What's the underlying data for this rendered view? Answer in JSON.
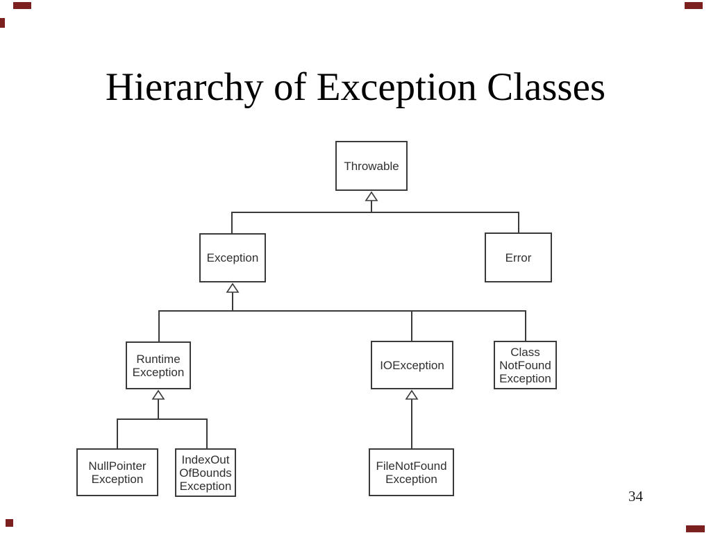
{
  "slide": {
    "title": "Hierarchy of Exception Classes",
    "page_number": "34"
  },
  "theme": {
    "background": "#ffffff",
    "line_color": "#3a3a3a",
    "node_border_color": "#3a3a3a",
    "node_text_color": "#2f2f2f",
    "title_color": "#000000",
    "corner_ornament_color": "#7b1f1f"
  },
  "diagram": {
    "type": "inheritance-tree",
    "arrow_style": "hollow-triangle-pointing-to-superclass",
    "nodes": [
      {
        "name": "Throwable",
        "lines": [
          "Throwable"
        ],
        "parent": null
      },
      {
        "name": "Exception",
        "lines": [
          "Exception"
        ],
        "parent": "Throwable"
      },
      {
        "name": "Error",
        "lines": [
          "Error"
        ],
        "parent": "Throwable"
      },
      {
        "name": "RuntimeException",
        "lines": [
          "Runtime",
          "Exception"
        ],
        "parent": "Exception"
      },
      {
        "name": "IOException",
        "lines": [
          "IOException"
        ],
        "parent": "Exception"
      },
      {
        "name": "ClassNotFoundException",
        "lines": [
          "Class",
          "NotFound",
          "Exception"
        ],
        "parent": "Exception"
      },
      {
        "name": "NullPointerException",
        "lines": [
          "NullPointer",
          "Exception"
        ],
        "parent": "RuntimeException"
      },
      {
        "name": "IndexOutOfBoundsException",
        "lines": [
          "IndexOut",
          "OfBounds",
          "Exception"
        ],
        "parent": "RuntimeException"
      },
      {
        "name": "FileNotFoundException",
        "lines": [
          "FileNotFound",
          "Exception"
        ],
        "parent": "IOException"
      }
    ]
  }
}
